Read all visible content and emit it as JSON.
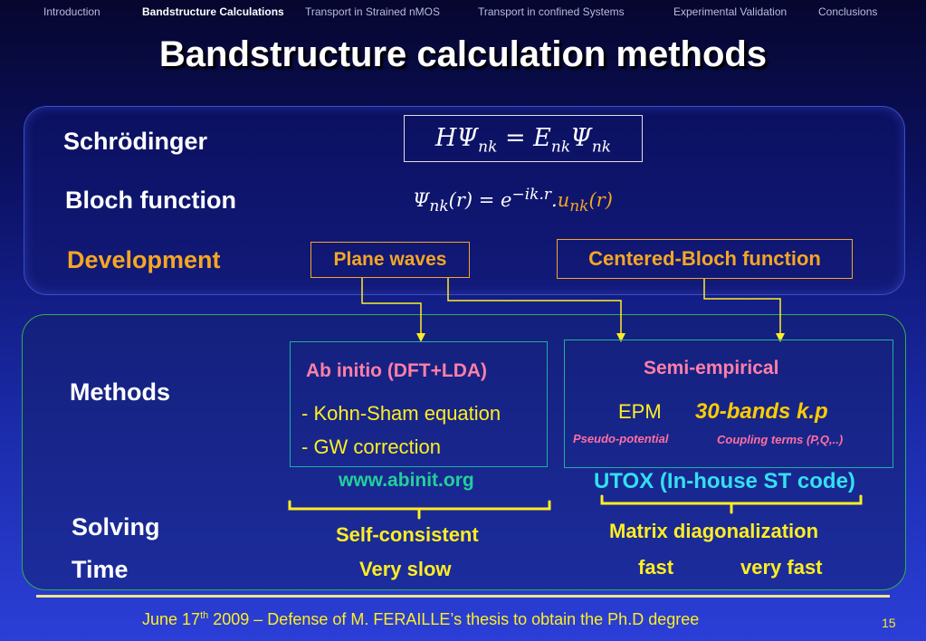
{
  "nav": {
    "items": [
      "Introduction",
      "Bandstructure Calculations",
      "Transport in Strained nMOS",
      "Transport in confined Systems",
      "Experimental Validation",
      "Conclusions"
    ],
    "active": "Bandstructure Calculations"
  },
  "title": "Bandstructure calculation methods",
  "top": {
    "schrodinger": "Schrödinger",
    "bloch": "Bloch function",
    "development": "Development",
    "plane_waves": "Plane waves",
    "centered_bloch": "Centered-Bloch function"
  },
  "equations": {
    "schrodinger_lhs": "HΨ",
    "nk": "nk",
    "equals": " = E",
    "psi": "Ψ",
    "bloch_psi": "Ψ",
    "bloch_r": "(r) = e",
    "bloch_exp": "−ik.r",
    "bloch_dot": ".",
    "bloch_u": "u",
    "bloch_ur": "(r)"
  },
  "bottom": {
    "methods": "Methods",
    "solving": "Solving",
    "time": "Time",
    "ab_initio_title": "Ab initio (DFT+LDA)",
    "ab_item1": "- Kohn-Sham equation",
    "ab_item2": "- GW correction",
    "abinit_url": "www.abinit.org",
    "semi_title": "Semi-empirical",
    "epm": "EPM",
    "kp": "30-bands k.p",
    "pseudo": "Pseudo-potential",
    "coupling": "Coupling terms  (P,Q,..)",
    "utox": "UTOX (In-house ST code)",
    "self_consistent": "Self-consistent",
    "very_slow": "Very slow",
    "matrix_diag": "Matrix diagonalization",
    "fast": "fast",
    "very_fast": "very fast"
  },
  "footer": {
    "pre": "June 17",
    "sup": "th",
    "post": " 2009 – Defense of M. FERAILLE’s thesis to obtain the Ph.D degree",
    "page": "15"
  },
  "colors": {
    "accent_orange": "#f5a623",
    "yellow": "#ffee22",
    "pink": "#ff7fa8",
    "green": "#22d09a",
    "cyan": "#33e0f0"
  }
}
